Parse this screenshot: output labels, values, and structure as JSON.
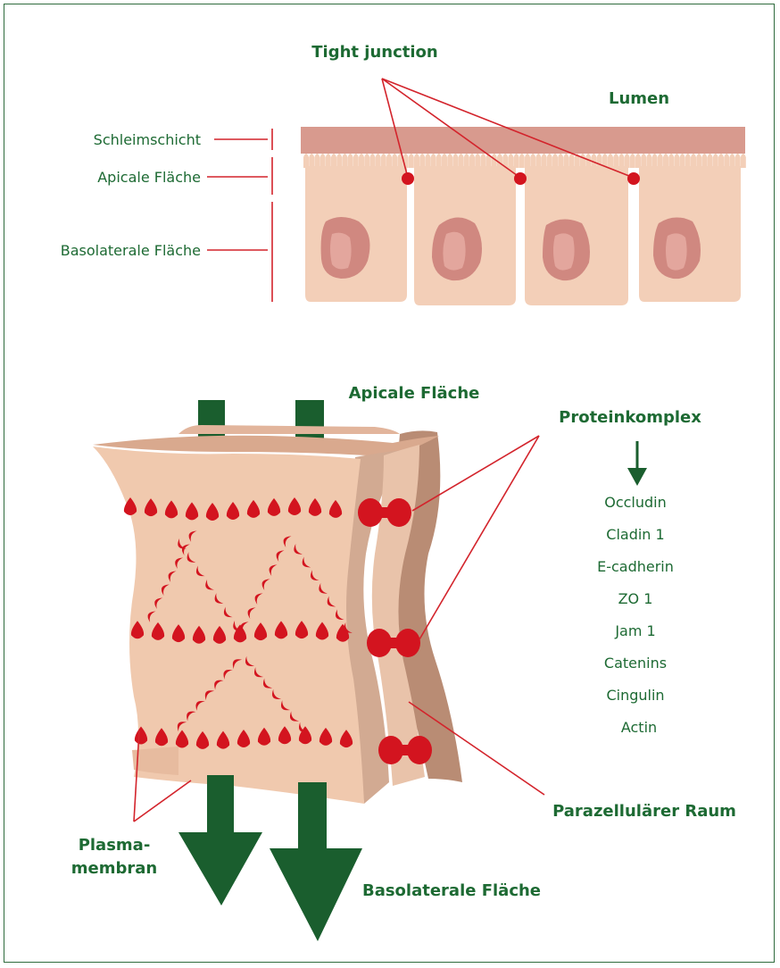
{
  "top_diagram": {
    "title": "Tight junction",
    "lumen_label": "Lumen",
    "layer_labels": [
      "Schleimschicht",
      "Apicale Fläche",
      "Basolaterale Fläche"
    ]
  },
  "bottom_diagram": {
    "apical_label": "Apicale Fläche",
    "protein_complex_label": "Proteinkomplex",
    "proteins": [
      "Occludin",
      "Cladin 1",
      "E-cadherin",
      "ZO 1",
      "Jam 1",
      "Catenins",
      "Cingulin",
      "Actin"
    ],
    "paracellular_label": "Parazellulärer Raum",
    "plasma_membrane_label_1": "Plasma-",
    "plasma_membrane_label_2": "membran",
    "basolateral_label": "Basolaterale Fläche"
  },
  "colors": {
    "text_green": "#1d6a33",
    "arrow_green": "#1a5e2e",
    "line_red": "#d3242c",
    "dot_red": "#d3141f",
    "cell_skin": "#f3cfb8",
    "mucus": "#d89a8e",
    "nucleus": "#d08880",
    "nucleus_inner": "#e3a69d"
  }
}
